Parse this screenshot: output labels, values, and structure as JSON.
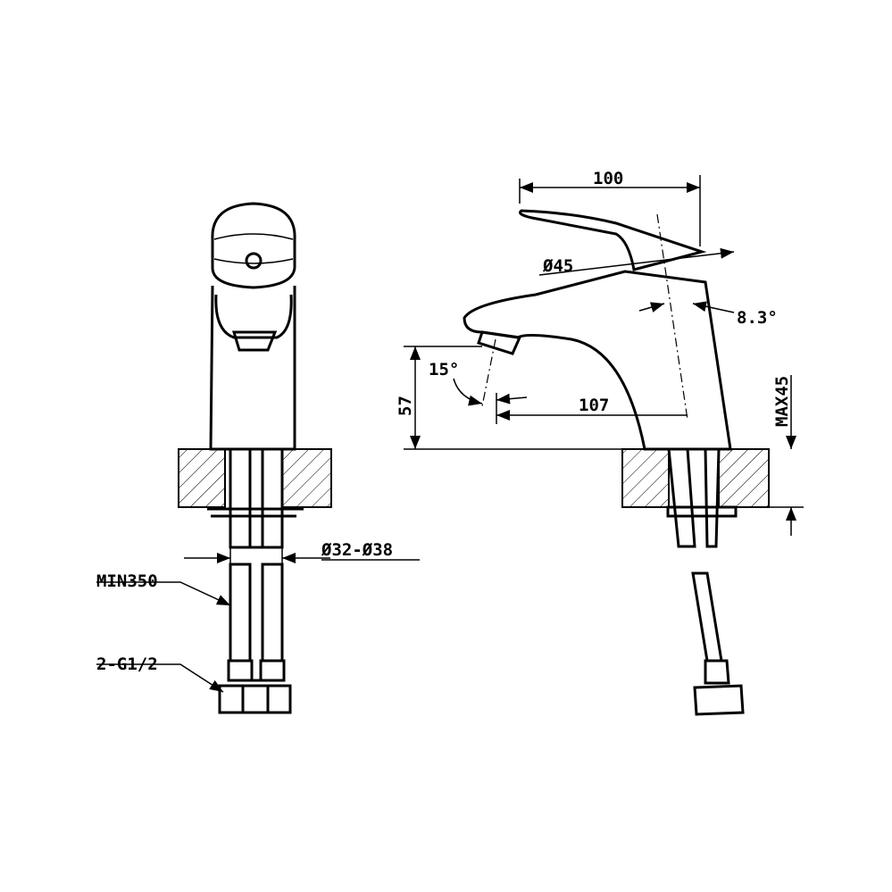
{
  "title": "Basin faucet technical drawing",
  "dimensions": {
    "width_top": "100",
    "handle_diameter": "Ø45",
    "angle_handle": "8.3°",
    "angle_spout": "15°",
    "spout_height": "57",
    "spout_reach": "107",
    "counter_thickness": "MAX45",
    "hole_diameter": "Ø32-Ø38",
    "hose_length": "MIN350",
    "connection": "2-G1/2"
  },
  "colors": {
    "line": "#000000",
    "background": "#ffffff"
  }
}
